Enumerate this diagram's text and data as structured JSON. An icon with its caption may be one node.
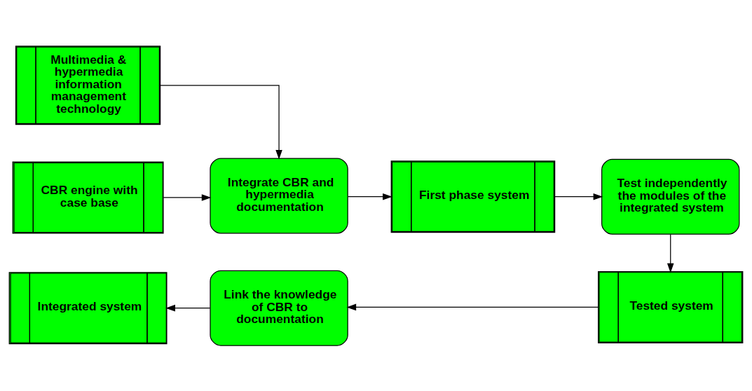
{
  "diagram": {
    "nodes": [
      {
        "text": [
          "Multimedia & hypermedia information management technology"
        ]
      },
      {
        "text": [
          "CBR engine with case base"
        ]
      },
      {
        "text": [
          "Integrate CBR and hypermedia documentation"
        ]
      },
      {
        "text": [
          "First phase system"
        ]
      },
      {
        "text": [
          "Test independently the modules of the integrated system"
        ]
      },
      {
        "text": [
          "Tested system"
        ]
      },
      {
        "text": [
          "Link the knowledge of CBR to documentation"
        ]
      },
      {
        "text": [
          "Integrated system"
        ]
      }
    ],
    "edges": [
      {
        "from": 0,
        "to": 2,
        "arrow": "to"
      },
      {
        "from": 1,
        "to": 2,
        "arrow": "to"
      },
      {
        "from": 2,
        "to": 3,
        "arrow": "to"
      },
      {
        "from": 3,
        "to": 4,
        "arrow": "to"
      },
      {
        "from": 4,
        "to": 5,
        "arrow": "to"
      },
      {
        "from": 5,
        "to": 6,
        "arrow": "to"
      },
      {
        "from": 6,
        "to": 7,
        "arrow": "to"
      }
    ]
  }
}
